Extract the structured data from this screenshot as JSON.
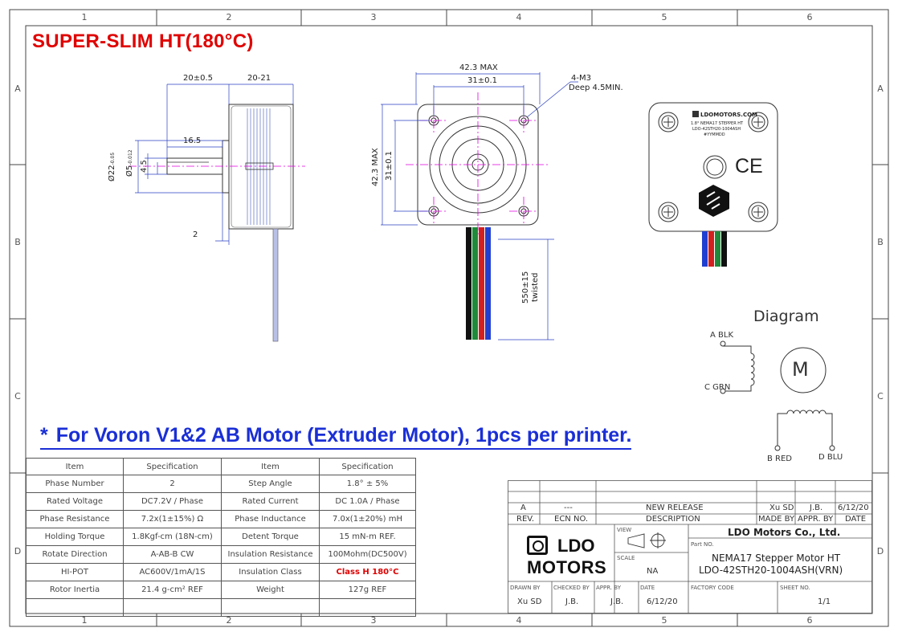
{
  "title": "SUPER-SLIM HT(180°C)",
  "note": "For Voron V1&2 AB Motor (Extruder Motor), 1pcs per printer.",
  "note_star": "*",
  "zones": {
    "columns": [
      "1",
      "2",
      "3",
      "4",
      "5",
      "6"
    ],
    "rows": [
      "A",
      "B",
      "C",
      "D"
    ]
  },
  "side_view": {
    "dim_shaft_len": "20±0.5",
    "dim_body_len": "20-21",
    "dim_flat": "16.5",
    "dim_boss_dia": "Ø22",
    "dim_boss_tol": "-0.05",
    "dim_shaft_dia": "Ø5",
    "dim_shaft_tol": "-0.012",
    "dim_flat_depth": "4.5",
    "dim_boss_height": "2"
  },
  "front_view": {
    "dim_width_max": "42.3 MAX",
    "dim_hole_spacing": "31±0.1",
    "dim_height_max": "42.3 MAX",
    "dim_hole_spacing_v": "31±0.1",
    "thread_label": "4-M3",
    "thread_depth": "Deep 4.5MIN.",
    "lead_length": "550±15",
    "lead_twisted": "twisted"
  },
  "label_view": {
    "brand": "LDOMOTORS.COM",
    "line1": "1.8° NEMA17 STEPPER HT",
    "line2": "LDO-42STH20-1004ASH",
    "line3": "#YYMMDD",
    "ce": "CE"
  },
  "diagram": {
    "title": "Diagram",
    "motor": "M",
    "a": "A BLK",
    "c": "C GRN",
    "b": "B RED",
    "d": "D BLU"
  },
  "spec_table": {
    "rows": [
      [
        "Item",
        "Specification",
        "Item",
        "Specification"
      ],
      [
        "Phase Number",
        "2",
        "Step Angle",
        "1.8° ± 5%"
      ],
      [
        "Rated Voltage",
        "DC7.2V / Phase",
        "Rated Current",
        "DC 1.0A / Phase"
      ],
      [
        "Phase Resistance",
        "7.2x(1±15%) Ω",
        "Phase Inductance",
        "7.0x(1±20%) mH"
      ],
      [
        "Holding Torque",
        "1.8Kgf-cm (18N-cm)",
        "Detent Torque",
        "15 mN-m REF."
      ],
      [
        "Rotate Direction",
        "A-AB-B CW",
        "Insulation Resistance",
        "100Mohm(DC500V)"
      ],
      [
        "HI-POT",
        "AC600V/1mA/1S",
        "Insulation Class",
        "Class H 180°C"
      ],
      [
        "Rotor Inertia",
        "21.4 g-cm² REF",
        "Weight",
        "127g REF"
      ],
      [
        "",
        "",
        "",
        ""
      ]
    ]
  },
  "title_block": {
    "rev_row": {
      "rev": "A",
      "ecn": "---",
      "description": "NEW RELEASE",
      "made_by": "Xu SD",
      "appr_by": "J.B.",
      "date": "6/12/20"
    },
    "rev_headers": {
      "rev": "REV.",
      "ecn": "ECN NO.",
      "description": "DESCRIPTION",
      "made_by": "MADE BY",
      "appr_by": "APPR. BY",
      "date": "DATE"
    },
    "company": "LDO Motors Co., Ltd.",
    "logo_top": "LDO",
    "logo_bottom": "MOTORS",
    "view_label": "VIEW",
    "scale_label": "SCALE",
    "scale": "NA",
    "part_no_label": "Part NO.",
    "part_name": "NEMA17 Stepper Motor HT",
    "part_no": "LDO-42STH20-1004ASH(VRN)",
    "drawn_by_label": "DRAWN BY",
    "drawn_by": "Xu SD",
    "checked_by_label": "CHECKED BY",
    "checked_by": "J.B.",
    "appr_by_label": "APPR. BY",
    "appr_by": "J.B.",
    "date_label": "DATE",
    "date": "6/12/20",
    "factory_code_label": "FACTORY CODE",
    "sheet_no_label": "SHEET NO.",
    "sheet_no": "1/1"
  },
  "colors": {
    "red_title": "#e00000",
    "blue_note": "#1a2fd6",
    "lead_black": "#111111",
    "lead_green": "#1f8a3a",
    "lead_red": "#d21f1f",
    "lead_blue": "#1f3fd0",
    "centerline": "#e000e0",
    "dim_line": "#2a3fc0"
  }
}
